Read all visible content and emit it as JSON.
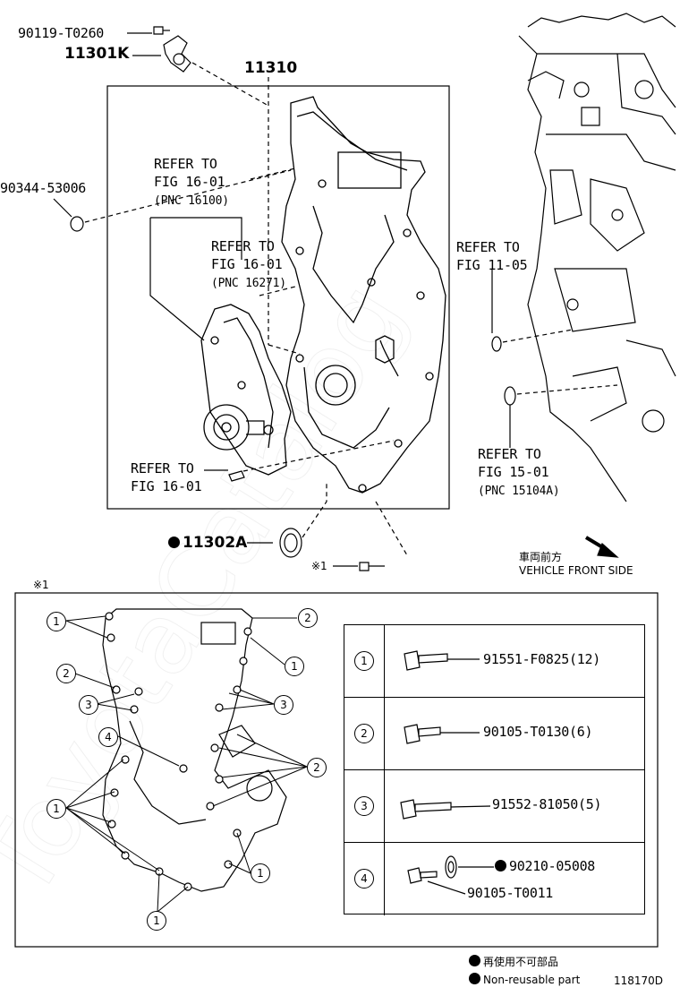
{
  "top": {
    "pn_bolt_sensor": "90119-T0260",
    "pn_sensor": "11301K",
    "pn_cover": "11310",
    "pn_plug": "90344-53006",
    "pn_seal": "11302A",
    "asterisk_mark": "※1"
  },
  "refs": {
    "r1": {
      "line1": "REFER TO",
      "line2": "FIG 16-01",
      "line3": "(PNC 16100)"
    },
    "r2": {
      "line1": "REFER TO",
      "line2": "FIG 16-01",
      "line3": "(PNC 16271)"
    },
    "r3": {
      "line1": "REFER TO",
      "line2": "FIG 11-05"
    },
    "r4": {
      "line1": "REFER TO",
      "line2": "FIG 15-01",
      "line3": "(PNC 15104A)"
    },
    "r5": {
      "line1": "REFER TO",
      "line2": "FIG 16-01"
    }
  },
  "direction": {
    "jp": "車両前方",
    "en": "VEHICLE FRONT SIDE"
  },
  "detail": {
    "mark": "※1"
  },
  "legend": [
    {
      "num": "1",
      "part": "91551-F0825(12)"
    },
    {
      "num": "2",
      "part": "90105-T0130(6)"
    },
    {
      "num": "3",
      "part": "91552-81050(5)"
    },
    {
      "num": "4",
      "part_a": "90210-05008",
      "part_b": "90105-T0011"
    }
  ],
  "callouts": {
    "c1": "1",
    "c2": "2",
    "c3": "3",
    "c4": "4"
  },
  "footer": {
    "jp": "再使用不可部品",
    "en": "Non-reusable part",
    "code": "118170D"
  },
  "watermark": "ToyotaCatalog"
}
